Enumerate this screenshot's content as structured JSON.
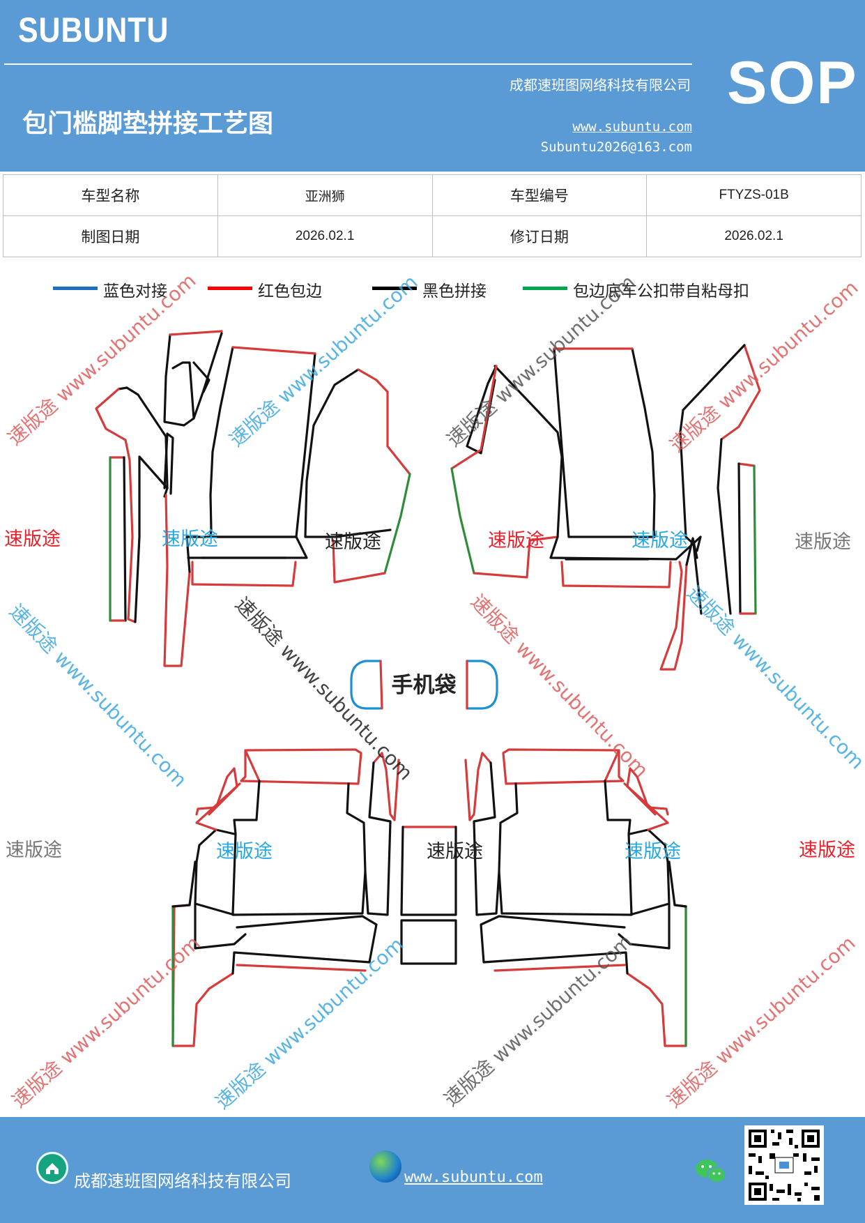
{
  "header": {
    "brand": "SUBUNTU",
    "company": "成都速班图网络科技有限公司",
    "title": "包门槛脚垫拼接工艺图",
    "website": "www.subuntu.com",
    "email": "Subuntu2026@163.com",
    "badge": "SOP"
  },
  "info_table": {
    "rows": [
      {
        "label1": "车型名称",
        "value1": "亚洲狮",
        "label2": "车型编号",
        "value2": "FTYZS-01B"
      },
      {
        "label1": "制图日期",
        "value1": "2026.02.1",
        "label2": "修订日期",
        "value2": "2026.02.1"
      }
    ]
  },
  "legend": [
    {
      "label": "蓝色对接",
      "color": "#1f6fc1"
    },
    {
      "label": "红色包边",
      "color": "#ff0000"
    },
    {
      "label": "黑色拼接",
      "color": "#000000"
    },
    {
      "label": "包边底车公扣带自粘母扣",
      "color": "#00a550"
    }
  ],
  "drawing": {
    "phone_bag_label": "手机袋",
    "line_colors": {
      "red": "#d63a3a",
      "black": "#111111",
      "green": "#2e8b3a",
      "blue": "#1e8fd6"
    }
  },
  "watermarks": {
    "brand_text": "速版途",
    "diagonal_text": "速版途 www.subuntu.com"
  },
  "footer": {
    "company": "成都速班图网络科技有限公司",
    "website": "www.subuntu.com "
  },
  "icons": {
    "home": "home-icon",
    "globe": "globe-icon",
    "wechat": "wechat-icon",
    "qr": "qr-code"
  }
}
